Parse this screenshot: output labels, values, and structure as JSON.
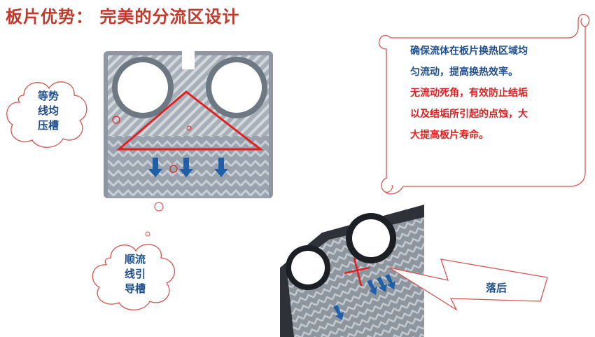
{
  "title": "板片优势： 完美的分流区设计",
  "cloud_left": {
    "lines": [
      "等势",
      "线均",
      "压槽"
    ]
  },
  "cloud_bottom": {
    "lines": [
      "顺流",
      "线引",
      "导槽"
    ]
  },
  "scroll_note": {
    "blue_lines": [
      "确保流体在板片换热区域均",
      "匀流动，提高换热效率。"
    ],
    "red_lines": [
      "无流动死角，有效防止结垢",
      "以及结垢所引起的点蚀，大",
      "大提高板片寿命。"
    ]
  },
  "callout_lag": "落后",
  "colors": {
    "title": "#c0392b",
    "accent_red": "#e02020",
    "text_blue": "#1f4e8c",
    "arrow_blue": "#1f5fa8"
  }
}
